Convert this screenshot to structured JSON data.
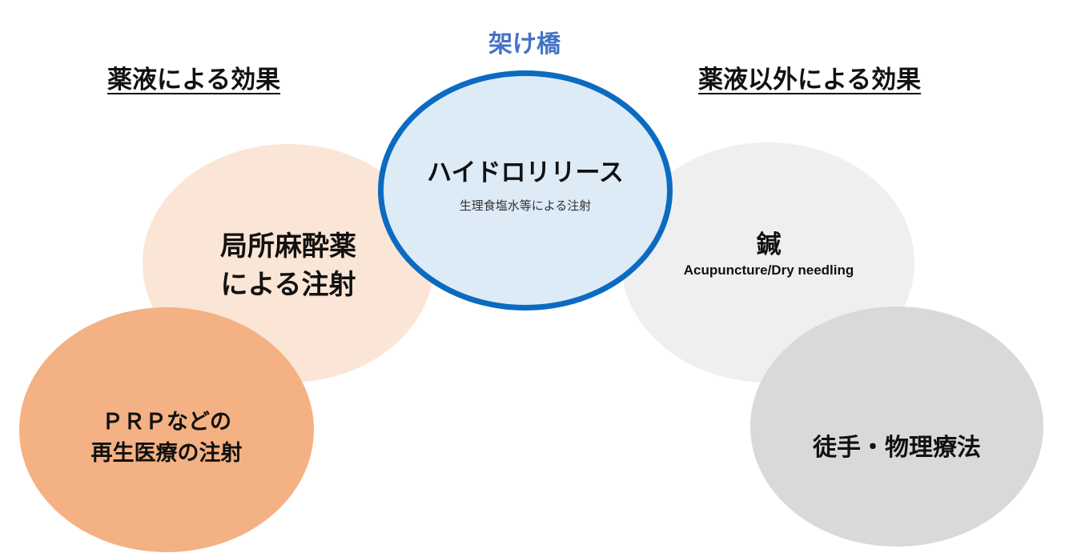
{
  "headings": {
    "left": "薬液による効果",
    "bridge": "架け橋",
    "right": "薬液以外による効果"
  },
  "nodes": {
    "local_anesthetic": {
      "line1": "局所麻酔薬",
      "line2": "による注射"
    },
    "prp": {
      "line1": "ＰＲＰなどの",
      "line2": "再生医療の注射"
    },
    "hydrorelease": {
      "title": "ハイドロリリース",
      "subtitle": "生理食塩水等による注射"
    },
    "acupuncture": {
      "title": "鍼",
      "subtitle": "Acupuncture/Dry needling"
    },
    "manual_therapy": {
      "title": "徒手・物理療法"
    }
  },
  "colors": {
    "bridge_heading": "#4472c4",
    "hydrorelease_fill": "#ddebf7",
    "hydrorelease_border": "#0b6bc1",
    "local_anesthetic_fill": "#fbe5d6",
    "prp_fill": "#f4b183",
    "acupuncture_fill": "#efefef",
    "manual_therapy_fill": "#d9d9d9"
  }
}
